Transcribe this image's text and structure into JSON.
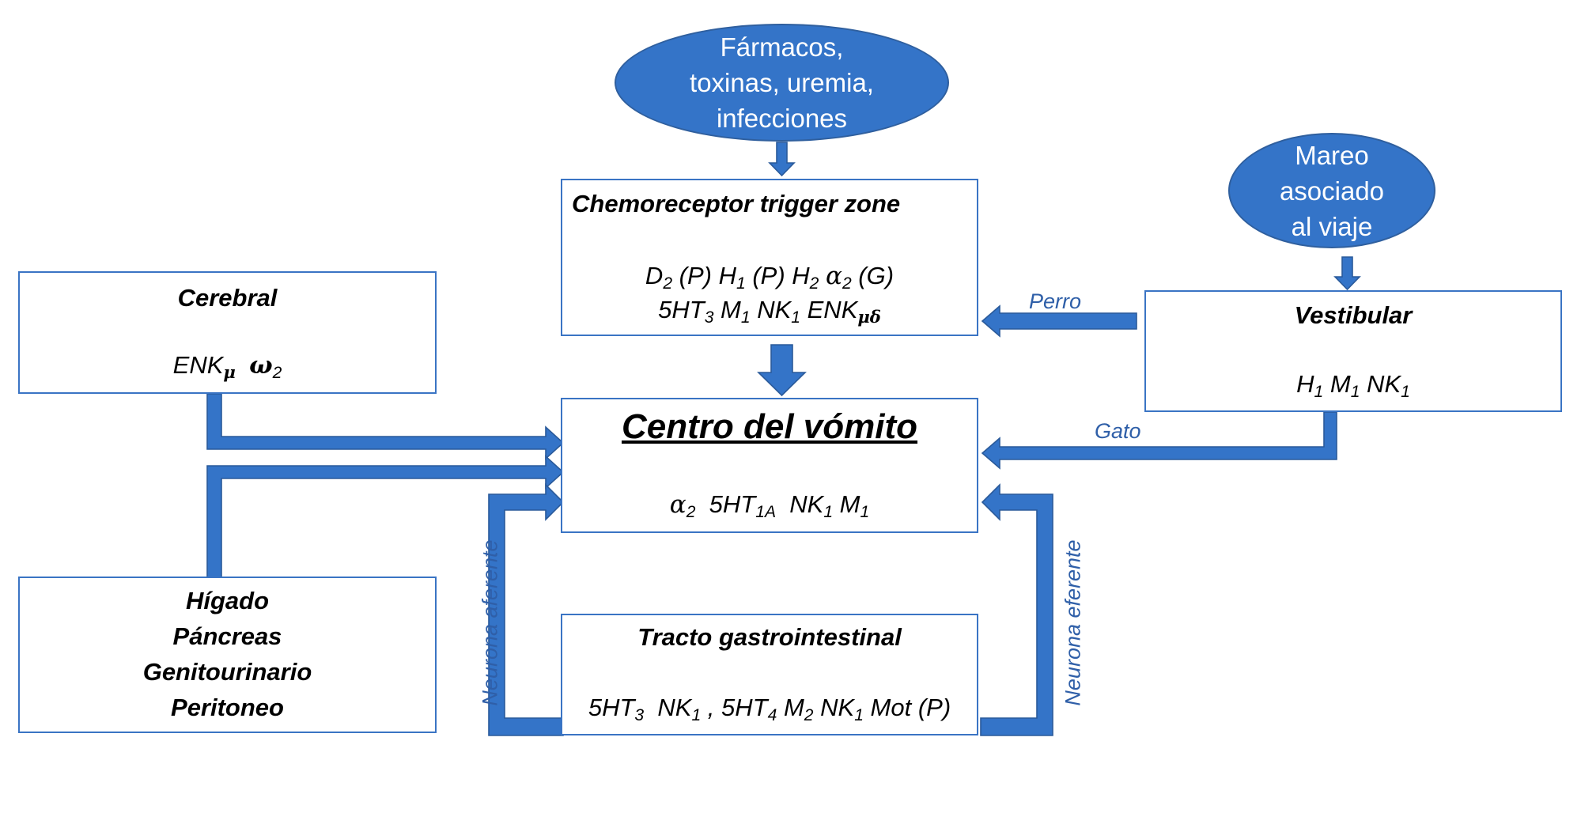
{
  "sources": {
    "farmacos": [
      "Fármacos,",
      "toxinas, uremia,",
      "infecciones"
    ],
    "mareo": [
      "Mareo",
      "asociado",
      "al viaje"
    ]
  },
  "ctz": {
    "title": "Chemoreceptor trigger zone",
    "r1": {
      "a": "D",
      "a_sub": "2",
      "b": " (P) H",
      "b_sub": "1",
      "c": " (P) H",
      "c_sub": "2",
      "d": " ",
      "alpha": "α",
      "alpha_sub": "2",
      "e": " (G)"
    },
    "r2": {
      "a": "5HT",
      "a_sub": "3",
      "b": " M",
      "b_sub": "1",
      "c": " NK",
      "c_sub": "1",
      "d": " ENK",
      "d_sub": "μδ"
    }
  },
  "cerebral": {
    "title": "Cerebral",
    "r1": {
      "a": "ENK",
      "a_sub": "μ",
      "gap": "  ",
      "omega": "ω",
      "omega_sub": "2"
    }
  },
  "vestibular": {
    "title": "Vestibular",
    "r1": {
      "a": "H",
      "a_sub": "1",
      "b": " M",
      "b_sub": "1",
      "c": " NK",
      "c_sub": "1"
    }
  },
  "centro": {
    "title": "Centro del vómito",
    "r1": {
      "alpha": "α",
      "alpha_sub": "2",
      "a": "  5HT",
      "a_sub": "1A",
      "b": "  NK",
      "b_sub": "1",
      "c": " M",
      "c_sub": "1"
    }
  },
  "higado": {
    "lines": [
      "Hígado",
      "Páncreas",
      "Genitourinario",
      "Peritoneo"
    ]
  },
  "tracto": {
    "title": "Tracto gastrointestinal",
    "r1": {
      "a": "5HT",
      "a_sub": "3",
      "b": "  NK",
      "b_sub": "1",
      "c": " , 5HT",
      "c_sub": "4",
      "d": " M",
      "d_sub": "2",
      "e": " NK",
      "e_sub": "1",
      "f": " Mot (P)"
    }
  },
  "labels": {
    "perro": "Perro",
    "gato": "Gato",
    "aferente": "Neurona aferente",
    "eferente": "Neurona eferente"
  },
  "colors": {
    "accent": "#3474c8",
    "border": "#3a74c4",
    "label": "#2f5fa8"
  }
}
